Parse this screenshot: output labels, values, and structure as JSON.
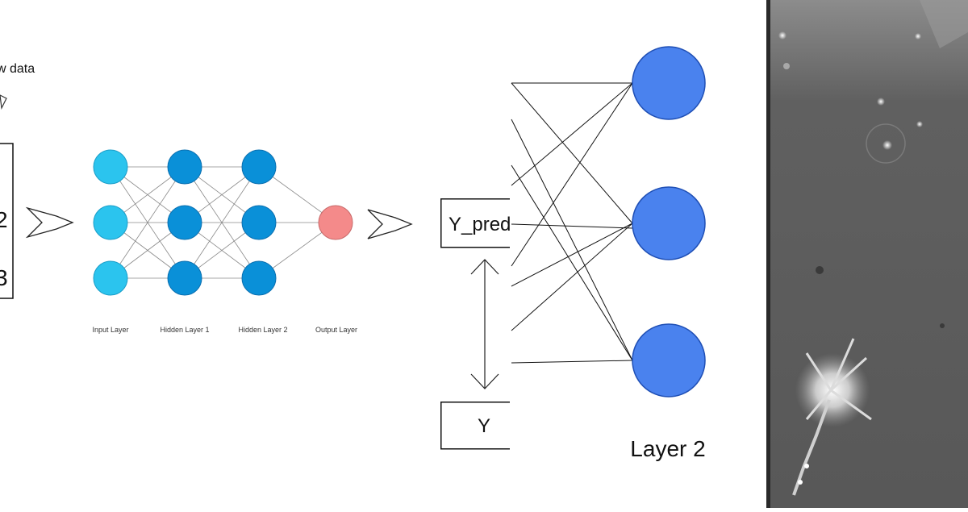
{
  "diagram": {
    "raw_data_label": "w data",
    "input_values": [
      "2",
      "3"
    ],
    "layer_labels": {
      "input": "Input Layer",
      "hidden1": "Hidden Layer 1",
      "hidden2": "Hidden Layer 2",
      "output": "Output Layer"
    },
    "y_pred_label": "Y_pred",
    "y_label": "Y",
    "layer2_label": "Layer 2"
  },
  "colors": {
    "input_node": "#2bc4ee",
    "hidden_node": "#0a90d8",
    "output_node": "#f48a8a",
    "layer2_node": "#4a82ee",
    "photo_bg": "#5b5b5b"
  }
}
